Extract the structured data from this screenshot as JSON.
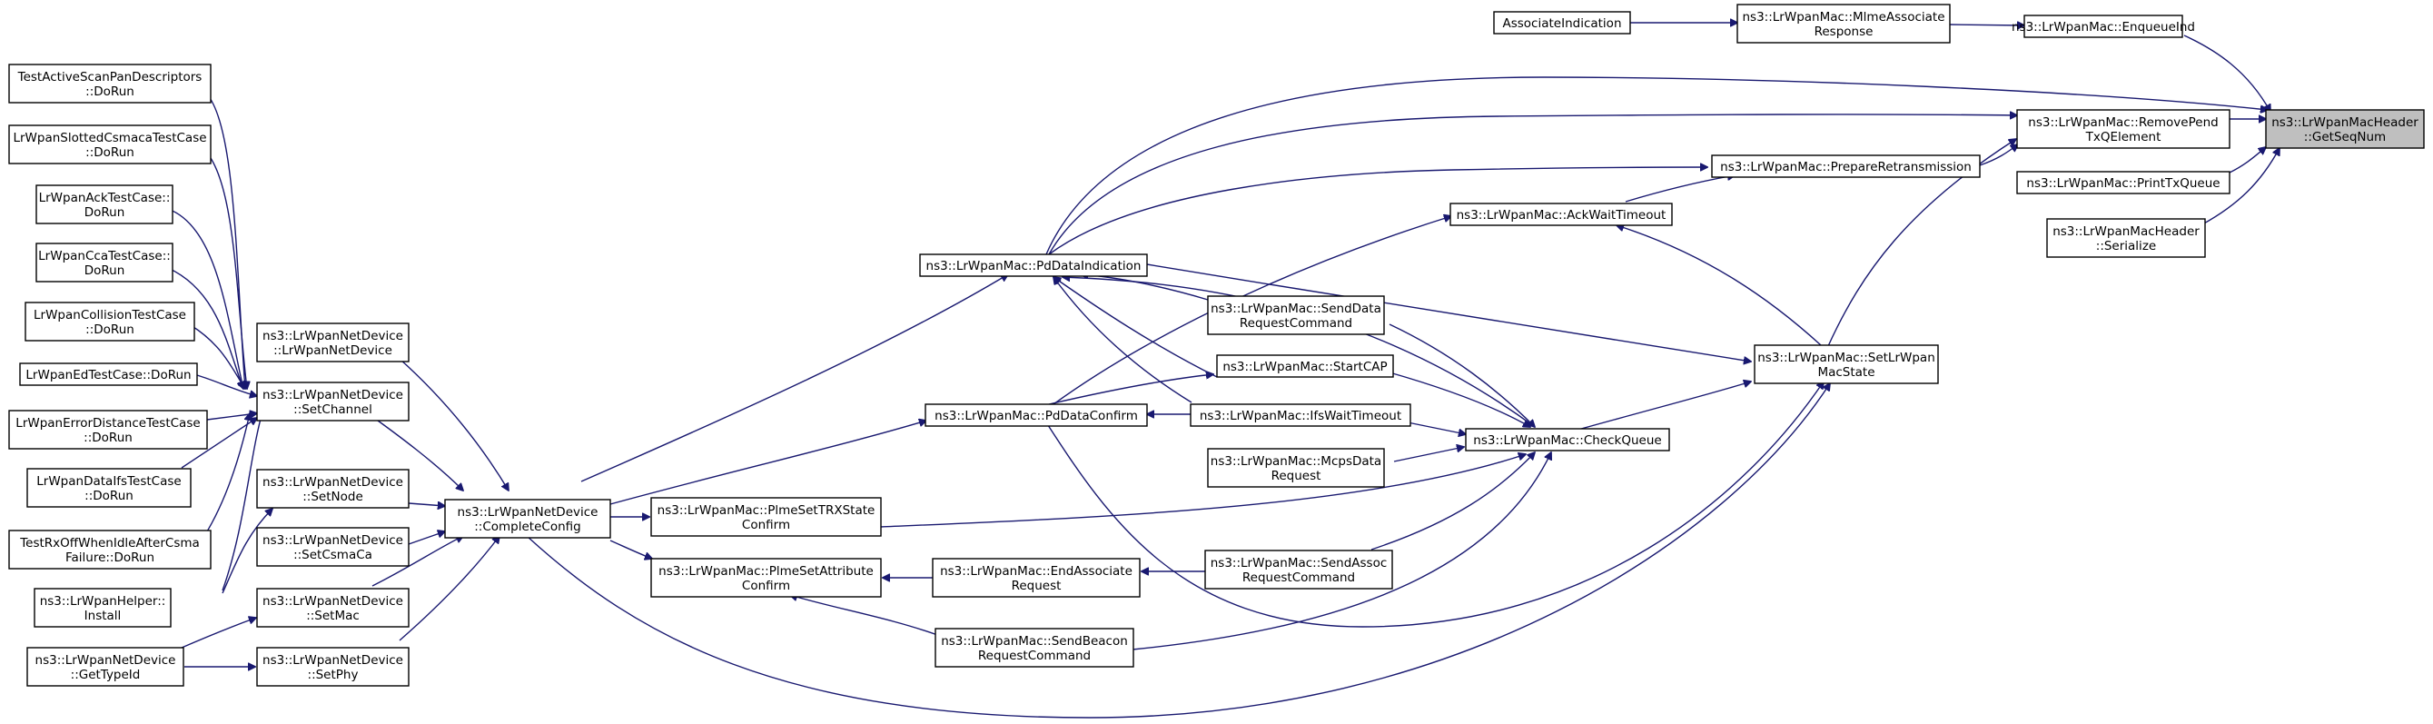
{
  "colors": {
    "edge": "#191970",
    "node_border": "#000000",
    "root_fill": "#bfbfbf",
    "node_fill": "#ffffff"
  },
  "nodes": [
    {
      "id": "root",
      "lines": [
        "ns3::LrWpanMacHeader",
        "::GetSeqNum"
      ],
      "highlighted": true
    },
    {
      "id": "enqueueind",
      "lines": [
        "ns3::LrWpanMac::EnqueueInd"
      ]
    },
    {
      "id": "removepend",
      "lines": [
        "ns3::LrWpanMac::RemovePend",
        "TxQElement"
      ]
    },
    {
      "id": "printtxq",
      "lines": [
        "ns3::LrWpanMac::PrintTxQueue"
      ]
    },
    {
      "id": "serialize",
      "lines": [
        "ns3::LrWpanMacHeader",
        "::Serialize"
      ]
    },
    {
      "id": "mlmeassoc",
      "lines": [
        "ns3::LrWpanMac::MlmeAssociate",
        "Response"
      ]
    },
    {
      "id": "associndication",
      "lines": [
        "AssociateIndication"
      ]
    },
    {
      "id": "prepareretx",
      "lines": [
        "ns3::LrWpanMac::PrepareRetransmission"
      ]
    },
    {
      "id": "setlrwpanmacstate",
      "lines": [
        "ns3::LrWpanMac::SetLrWpan",
        "MacState"
      ]
    },
    {
      "id": "ackwait",
      "lines": [
        "ns3::LrWpanMac::AckWaitTimeout"
      ]
    },
    {
      "id": "checkqueue",
      "lines": [
        "ns3::LrWpanMac::CheckQueue"
      ]
    },
    {
      "id": "pddataind",
      "lines": [
        "ns3::LrWpanMac::PdDataIndication"
      ]
    },
    {
      "id": "senddatareq",
      "lines": [
        "ns3::LrWpanMac::SendData",
        "RequestCommand"
      ]
    },
    {
      "id": "startcap",
      "lines": [
        "ns3::LrWpanMac::StartCAP"
      ]
    },
    {
      "id": "ifswait",
      "lines": [
        "ns3::LrWpanMac::IfsWaitTimeout"
      ]
    },
    {
      "id": "mcpsdatareq",
      "lines": [
        "ns3::LrWpanMac::McpsData",
        "Request"
      ]
    },
    {
      "id": "sendassocreq",
      "lines": [
        "ns3::LrWpanMac::SendAssoc",
        "RequestCommand"
      ]
    },
    {
      "id": "pddataconfirm",
      "lines": [
        "ns3::LrWpanMac::PdDataConfirm"
      ]
    },
    {
      "id": "plmesettrx",
      "lines": [
        "ns3::LrWpanMac::PlmeSetTRXState",
        "Confirm"
      ]
    },
    {
      "id": "plmesetattr",
      "lines": [
        "ns3::LrWpanMac::PlmeSetAttribute",
        "Confirm"
      ]
    },
    {
      "id": "endassocreq",
      "lines": [
        "ns3::LrWpanMac::EndAssociate",
        "Request"
      ]
    },
    {
      "id": "sendbeaconreq",
      "lines": [
        "ns3::LrWpanMac::SendBeacon",
        "RequestCommand"
      ]
    },
    {
      "id": "completeconfig",
      "lines": [
        "ns3::LrWpanNetDevice",
        "::CompleteConfig"
      ]
    },
    {
      "id": "netdevctor",
      "lines": [
        "ns3::LrWpanNetDevice",
        "::LrWpanNetDevice"
      ]
    },
    {
      "id": "setchannel",
      "lines": [
        "ns3::LrWpanNetDevice",
        "::SetChannel"
      ]
    },
    {
      "id": "setnode",
      "lines": [
        "ns3::LrWpanNetDevice",
        "::SetNode"
      ]
    },
    {
      "id": "setcsmaca",
      "lines": [
        "ns3::LrWpanNetDevice",
        "::SetCsmaCa"
      ]
    },
    {
      "id": "setmac",
      "lines": [
        "ns3::LrWpanNetDevice",
        "::SetMac"
      ]
    },
    {
      "id": "setphy",
      "lines": [
        "ns3::LrWpanNetDevice",
        "::SetPhy"
      ]
    },
    {
      "id": "gettypeid",
      "lines": [
        "ns3::LrWpanNetDevice",
        "::GetTypeId"
      ]
    },
    {
      "id": "helperinstall",
      "lines": [
        "ns3::LrWpanHelper::",
        "Install"
      ]
    },
    {
      "id": "t_activescan",
      "lines": [
        "TestActiveScanPanDescriptors",
        "::DoRun"
      ]
    },
    {
      "id": "t_slotted",
      "lines": [
        "LrWpanSlottedCsmacaTestCase",
        "::DoRun"
      ]
    },
    {
      "id": "t_ack",
      "lines": [
        "LrWpanAckTestCase::",
        "DoRun"
      ]
    },
    {
      "id": "t_cca",
      "lines": [
        "LrWpanCcaTestCase::",
        "DoRun"
      ]
    },
    {
      "id": "t_collision",
      "lines": [
        "LrWpanCollisionTestCase",
        "::DoRun"
      ]
    },
    {
      "id": "t_ed",
      "lines": [
        "LrWpanEdTestCase::DoRun"
      ]
    },
    {
      "id": "t_errdist",
      "lines": [
        "LrWpanErrorDistanceTestCase",
        "::DoRun"
      ]
    },
    {
      "id": "t_dataifs",
      "lines": [
        "LrWpanDataIfsTestCase",
        "::DoRun"
      ]
    },
    {
      "id": "t_rxoff",
      "lines": [
        "TestRxOffWhenIdleAfterCsma",
        "Failure::DoRun"
      ]
    }
  ]
}
